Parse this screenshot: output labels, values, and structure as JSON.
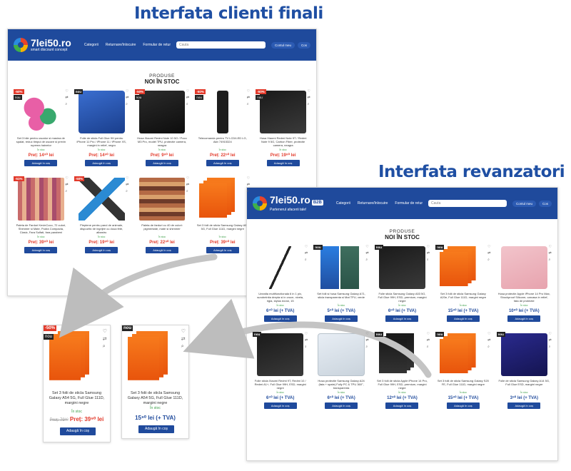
{
  "headings": {
    "clients": "Interfata clienti finali",
    "resellers": "Interfata revanzatori"
  },
  "site_clients": {
    "logo": "7lei50.ro",
    "tagline": "smart discount concept",
    "nav": [
      "Categorii",
      "Returnare/Inlocuire",
      "Formular de retur"
    ],
    "search_placeholder": "Cauta",
    "account": [
      "Contul meu",
      "Cos"
    ],
    "section_title": "PRODUSE",
    "section_sub": "NOI ÎN STOC",
    "add_to_cart": "Adaugă în coș",
    "stock": "În stoc",
    "products": [
      {
        "name": "Set 3 bile pentru uscator si masina de spalat, reduc timpul de uscare si previn ruperea hainelor",
        "price": "Preț: 14⁹⁰ lei",
        "old": "",
        "badge": "-50%",
        "badge2": "nou",
        "img": "ph-pink"
      },
      {
        "name": "Folie de sticla Full Glue 9H pentru iPhone 11 Pro / iPhone 11 / iPhone XS, margini in relief, negru",
        "price": "Preț: 14⁹⁰ lei",
        "old": "",
        "badge": "nou",
        "badge2": "",
        "img": "ph-phone-blue"
      },
      {
        "name": "Husa Xiaomi Redmi Note 10 5G / Poco M3 Pro, model TPU, protectie camera, neagra",
        "price": "Preț: 9⁹⁰ lei",
        "old": "",
        "badge": "-50%",
        "badge2": "nou",
        "img": "ph-dark"
      },
      {
        "name": "Telecomanda pentru TV LCD/LED LG, Akb 74915324",
        "price": "Preț: 22⁹⁰ lei",
        "old": "",
        "badge": "-50%",
        "badge2": "nou",
        "img": "ph-remote"
      },
      {
        "name": "Husa Xiaomi Redmi Note 9T / Redmi Note 9 5G, Carbon Fiber, protectie camera, neagra",
        "price": "Preț: 19⁹⁰ lei",
        "old": "",
        "badge": "-50%",
        "badge2": "nou",
        "img": "ph-phone-black"
      },
      {
        "name": "Paleta de Farduri KevinCoco, 72 culori, Shimmer si Mate, Pudra Compacta, Clasic, Fara Sulfati, fara parabeni",
        "price": "Preț: 39⁹⁰ lei",
        "old": "",
        "badge": "-51%",
        "badge2": "",
        "img": "ph-eyes"
      },
      {
        "name": "Pieptene pentru parul de animale, dispozitiv de ingrijire cu doua fete, albastru",
        "price": "Preț: 19⁹⁰ lei",
        "old": "",
        "badge": "-50%",
        "badge2": "",
        "img": "ph-brush"
      },
      {
        "name": "Paleta de farduri cu 40 de culori: pigmentate, mate si shimmer",
        "price": "Preț: 22⁹⁰ lei",
        "old": "",
        "badge": "",
        "badge2": "",
        "img": "ph-palette2"
      },
      {
        "name": "Set 3 folii de sticla Samsung Galaxy A54 5G, Full Glue 111D, margini negre",
        "price": "Preț: 39⁹⁰ lei",
        "old": "",
        "badge": "",
        "badge2": "",
        "img": "ph-orange-stack"
      }
    ]
  },
  "site_resellers": {
    "logo": "7lei50.ro",
    "tagline": "Partenerul afacerii tale!",
    "b2b": "B2B",
    "nav": [
      "Categorii",
      "Returnare/Inlocuire",
      "Formular de retur"
    ],
    "search_placeholder": "Cauta",
    "account": [
      "Contul meu",
      "Cos"
    ],
    "section_title": "PRODUSE",
    "section_sub": "NOI ÎN STOC",
    "add_to_cart": "Adaugă în coș",
    "stock": "În stoc",
    "products": [
      {
        "name": "Unealta multifunctionala 6 in 1 pix, surubelnita drepta si in cruce, nivela, rigla, stylus ecran, 15",
        "price": "6⁵⁰ lei (+ TVA)",
        "badge": "",
        "img": "ph-pen"
      },
      {
        "name": "Set folii si husa Samsung Galaxy A71, sticla transparenta si Mat TPU, verde",
        "price": "5⁵⁰ lei (+ TVA)",
        "badge": "nou",
        "img": "ph-phones-green"
      },
      {
        "name": "Folie sticla Samsung Galaxy A53 5G, Full Glue 99H, ESD, premium, margini negre",
        "price": "6⁵⁰ lei (+ TVA)",
        "badge": "nou",
        "img": "ph-phone-black"
      },
      {
        "name": "Set 3 folii de sticla Samsung Galaxy A20e, Full Glue 111D, margini negre",
        "price": "15⁹⁰ lei (+ TVA)",
        "badge": "nou",
        "img": "ph-orange-stack"
      },
      {
        "name": "Husa protectie Apple iPhone 14 Pro Max, Shockproof Silicone, carcasa in relief, fata de protectie",
        "price": "10⁹⁰ lei (+ TVA)",
        "badge": "",
        "img": "ph-pinkcase"
      },
      {
        "name": "Folie sticla Xiaomi Redmi 9T, Redmi 10 / Redmi A1+, Full Glue 99H, ESD, margini negre",
        "price": "6⁵⁰ lei (+ TVA)",
        "badge": "nou",
        "img": "ph-phone-black"
      },
      {
        "name": "Husa protectie Samsung Galaxy A24 (fata + spate) Fully PC & TPU 360°, transparenta",
        "price": "6⁵⁰ lei (+ TVA)",
        "badge": "",
        "img": "ph-clear"
      },
      {
        "name": "Set 3 folii de sticla Apple iPhone 14 Pro, Full Glue 99H, ESD, premium, margini negre",
        "price": "12⁹⁰ lei (+ TVA)",
        "badge": "nou",
        "img": "ph-black-stack"
      },
      {
        "name": "Set 3 folii de sticla Samsung Galaxy S20 FE, Full Glue 111D, margini negre",
        "price": "15⁹⁰ lei (+ TVA)",
        "badge": "nou",
        "img": "ph-orange-stack"
      },
      {
        "name": "Folie de sticla Samsung Galaxy A14 5G, Full Glue ESD, margini negre",
        "price": "3⁹⁰ lei (+ TVA)",
        "badge": "nou",
        "img": "ph-purple"
      }
    ]
  },
  "zoom_client": {
    "badge": "-50%",
    "badge2": "nou",
    "name": "Set 3 folii de sticla Samsung Galaxy A54 5G, Full Glue 111D, margini negre",
    "stock": "În stoc",
    "old_price": "Preț: 79⁹⁰",
    "price": "Preț: 39⁹⁰ lei",
    "button": "Adaugă în coș"
  },
  "zoom_reseller": {
    "badge": "nou",
    "name": "Set 3 folii de sticla Samsung Galaxy A54 5G, Full Glue 111D, margini negre",
    "stock": "În stoc",
    "price": "15⁹⁰ lei (+ TVA)",
    "button": "Adaugă în coș"
  },
  "colors": {
    "brand_blue": "#1f4a9c",
    "heading_blue": "#1f4fa3",
    "sale_red": "#e23a2b",
    "stock_green": "#3fa04a"
  }
}
